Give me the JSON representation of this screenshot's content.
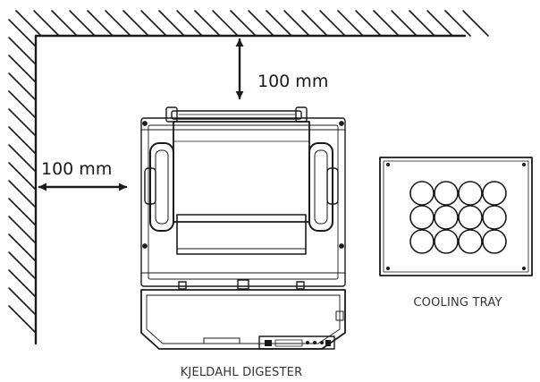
{
  "labels": {
    "top_clearance": "100 mm",
    "side_clearance": "100 mm",
    "digester": "KJELDAHL DIGESTER",
    "cooling_tray": "COOLING TRAY"
  },
  "colors": {
    "line": "#1a1a1a",
    "caption": "#333333",
    "background": "#ffffff"
  },
  "cooling_tray": {
    "rows": 3,
    "cols": 4
  }
}
